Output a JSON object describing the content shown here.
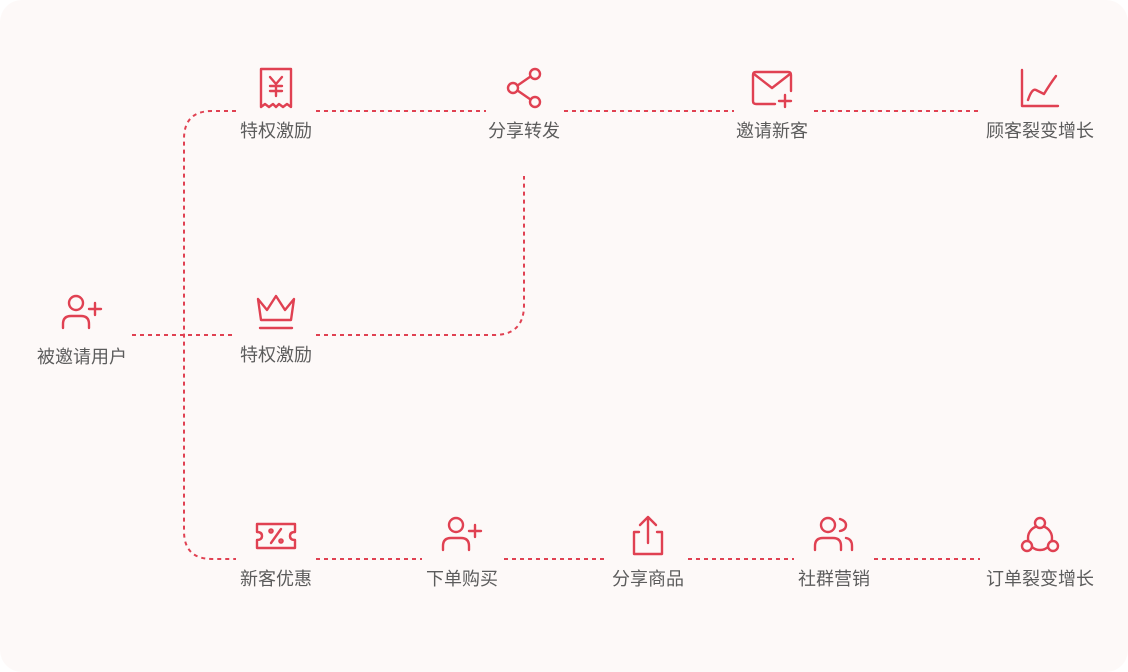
{
  "accent_color": "#e04152",
  "nodes": {
    "invited_user": {
      "label": "被邀请用户",
      "icon": "user-plus-icon"
    },
    "top": [
      {
        "label": "特权激励",
        "icon": "receipt-yuan-icon"
      },
      {
        "label": "分享转发",
        "icon": "share-icon"
      },
      {
        "label": "邀请新客",
        "icon": "mail-plus-icon"
      },
      {
        "label": "顾客裂变增长",
        "icon": "line-chart-icon"
      }
    ],
    "middle": {
      "label": "特权激励",
      "icon": "crown-icon"
    },
    "bottom": [
      {
        "label": "新客优惠",
        "icon": "coupon-icon"
      },
      {
        "label": "下单购买",
        "icon": "user-plus-icon"
      },
      {
        "label": "分享商品",
        "icon": "upload-share-icon"
      },
      {
        "label": "社群营销",
        "icon": "users-icon"
      },
      {
        "label": "订单裂变增长",
        "icon": "network-icon"
      }
    ]
  }
}
